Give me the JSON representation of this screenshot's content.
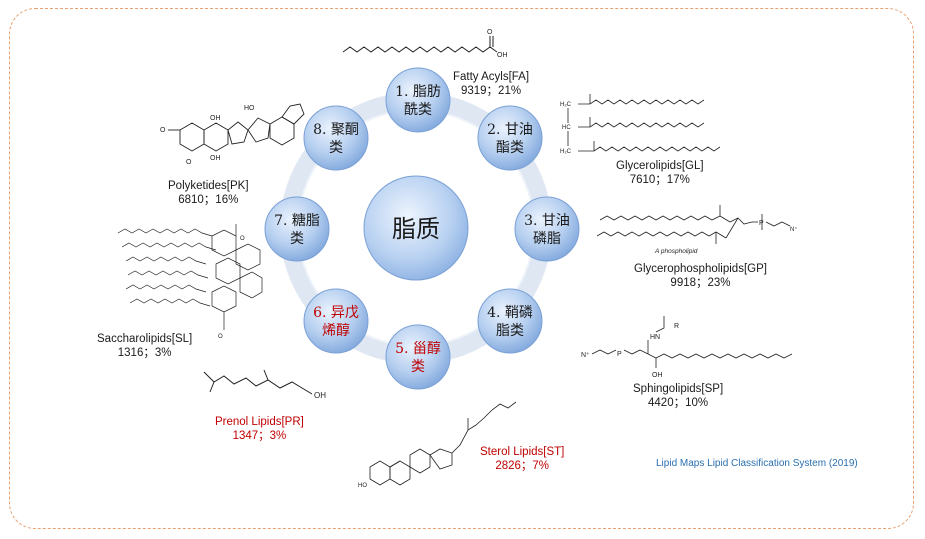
{
  "center": {
    "label": "脂质"
  },
  "nodes": [
    {
      "line1": "1. 脂肪",
      "line2": "酰类",
      "color": "#1a1a1a"
    },
    {
      "line1": "2. 甘油",
      "line2": "酯类",
      "color": "#1a1a1a"
    },
    {
      "line1": "3. 甘油",
      "line2": "磷脂",
      "color": "#1a1a1a"
    },
    {
      "line1": "4. 鞘磷",
      "line2": "脂类",
      "color": "#1a1a1a"
    },
    {
      "line1": "5. 甾醇",
      "line2": "类",
      "color": "#c00000"
    },
    {
      "line1": "6. 异戊",
      "line2": "烯醇",
      "color": "#c00000"
    },
    {
      "line1": "7. 糖脂",
      "line2": "类",
      "color": "#1a1a1a"
    },
    {
      "line1": "8. 聚酮",
      "line2": "类",
      "color": "#1a1a1a"
    }
  ],
  "categories": {
    "fa": {
      "name": "Fatty Acyls[FA]",
      "stats": "9319；21%"
    },
    "gl": {
      "name": "Glycerolipids[GL]",
      "stats": "7610；17%"
    },
    "gp": {
      "name": "Glycerophospholipids[GP]",
      "stats": "9918；23%"
    },
    "sp": {
      "name": "Sphingolipids[SP]",
      "stats": "4420；10%"
    },
    "st": {
      "name": "Sterol Lipids[ST]",
      "stats": "2826；7%"
    },
    "pr": {
      "name": "Prenol Lipids[PR]",
      "stats": "1347；3%"
    },
    "sl": {
      "name": "Saccharolipids[SL]",
      "stats": "1316；3%"
    },
    "pk": {
      "name": "Polyketides[PK]",
      "stats": "6810；16%"
    }
  },
  "structure_labels": {
    "fa_oh": "OH",
    "gp_phospholipid": "A phospholipid",
    "sp_r": "R",
    "sp_hn": "HN",
    "sp_oh": "OH",
    "pr_oh": "OH",
    "st_ho": "HO",
    "pk_ho": "HO",
    "pk_oh": "OH",
    "gl_ch2": "H₂C",
    "gl_hc": "HC",
    "gl_ch2b": "H₂C"
  },
  "source": "Lipid Maps Lipid Classification System (2019)",
  "colors": {
    "frame": "#e8a070",
    "ring": "#dce6f4",
    "bubble": "#a9c6ec",
    "bubble_edge": "#6f97cf",
    "source_text": "#2a6fb0",
    "highlight": "#c00000"
  }
}
